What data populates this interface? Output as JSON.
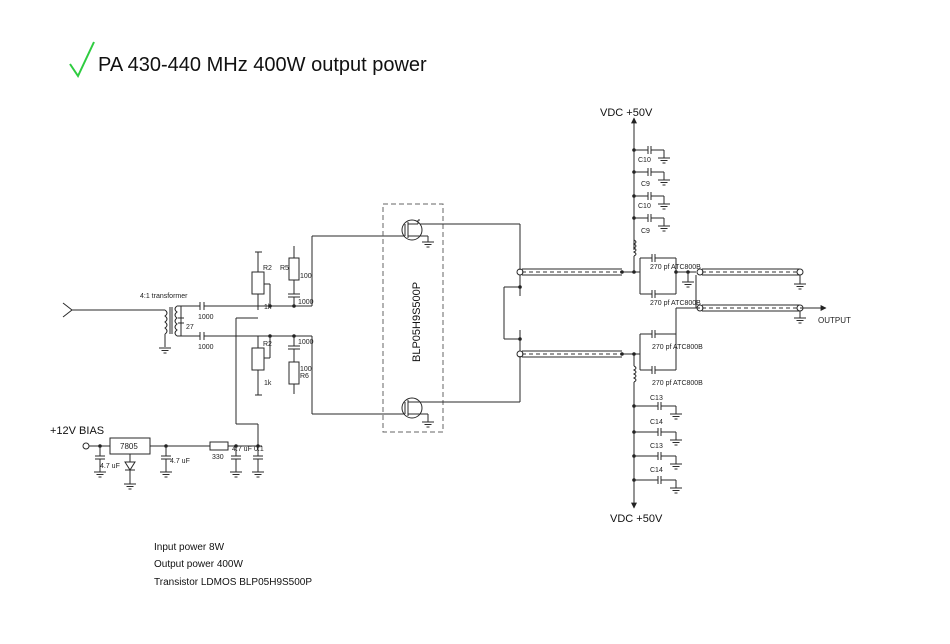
{
  "title": "PA 430-440 MHz 400W output power",
  "check_color": "#2ecc40",
  "icons": [
    "check-mark-icon",
    "antenna-icon",
    "ground-icon"
  ],
  "labels": {
    "vdc_top": "VDC +50V",
    "vdc_bottom": "VDC +50V",
    "bias": "+12V BIAS",
    "transformer": "4:1 transformer",
    "regulator": "7805",
    "transistor": "BLP05H9S500P",
    "output": "OUTPUT",
    "r2_top": "R2",
    "r2_bot": "R2",
    "r5": "R5",
    "r6": "R6",
    "r5_val": "100",
    "r6_val": "100",
    "c_1000_a": "1000",
    "c_1000_b": "1000",
    "c_1000_c": "1000",
    "c_1000_d": "1000",
    "c_27": "27",
    "r1k_top": "1k",
    "r1k_bot": "1k",
    "r330": "330",
    "c_47u_a": "4.7 uF",
    "c_47u_b": "4.7 uF",
    "c_47u_c": "4.7 uF",
    "c_01": "0.1",
    "c10_a": "C10",
    "c9_a": "C9",
    "c10_b": "C10",
    "c9_b": "C9",
    "c13_a": "C13",
    "c14_a": "C14",
    "c13_b": "C13",
    "c14_b": "C14",
    "atc_1": "270 pf ATC800B",
    "atc_2": "270 pf ATC800B",
    "atc_3": "270 pf ATC800B",
    "atc_4": "270 pf ATC800B"
  },
  "notes": {
    "input_power": "Input power 8W",
    "output_power": "Output power 400W",
    "transistor_note": "Transistor LDMOS BLP05H9S500P"
  }
}
